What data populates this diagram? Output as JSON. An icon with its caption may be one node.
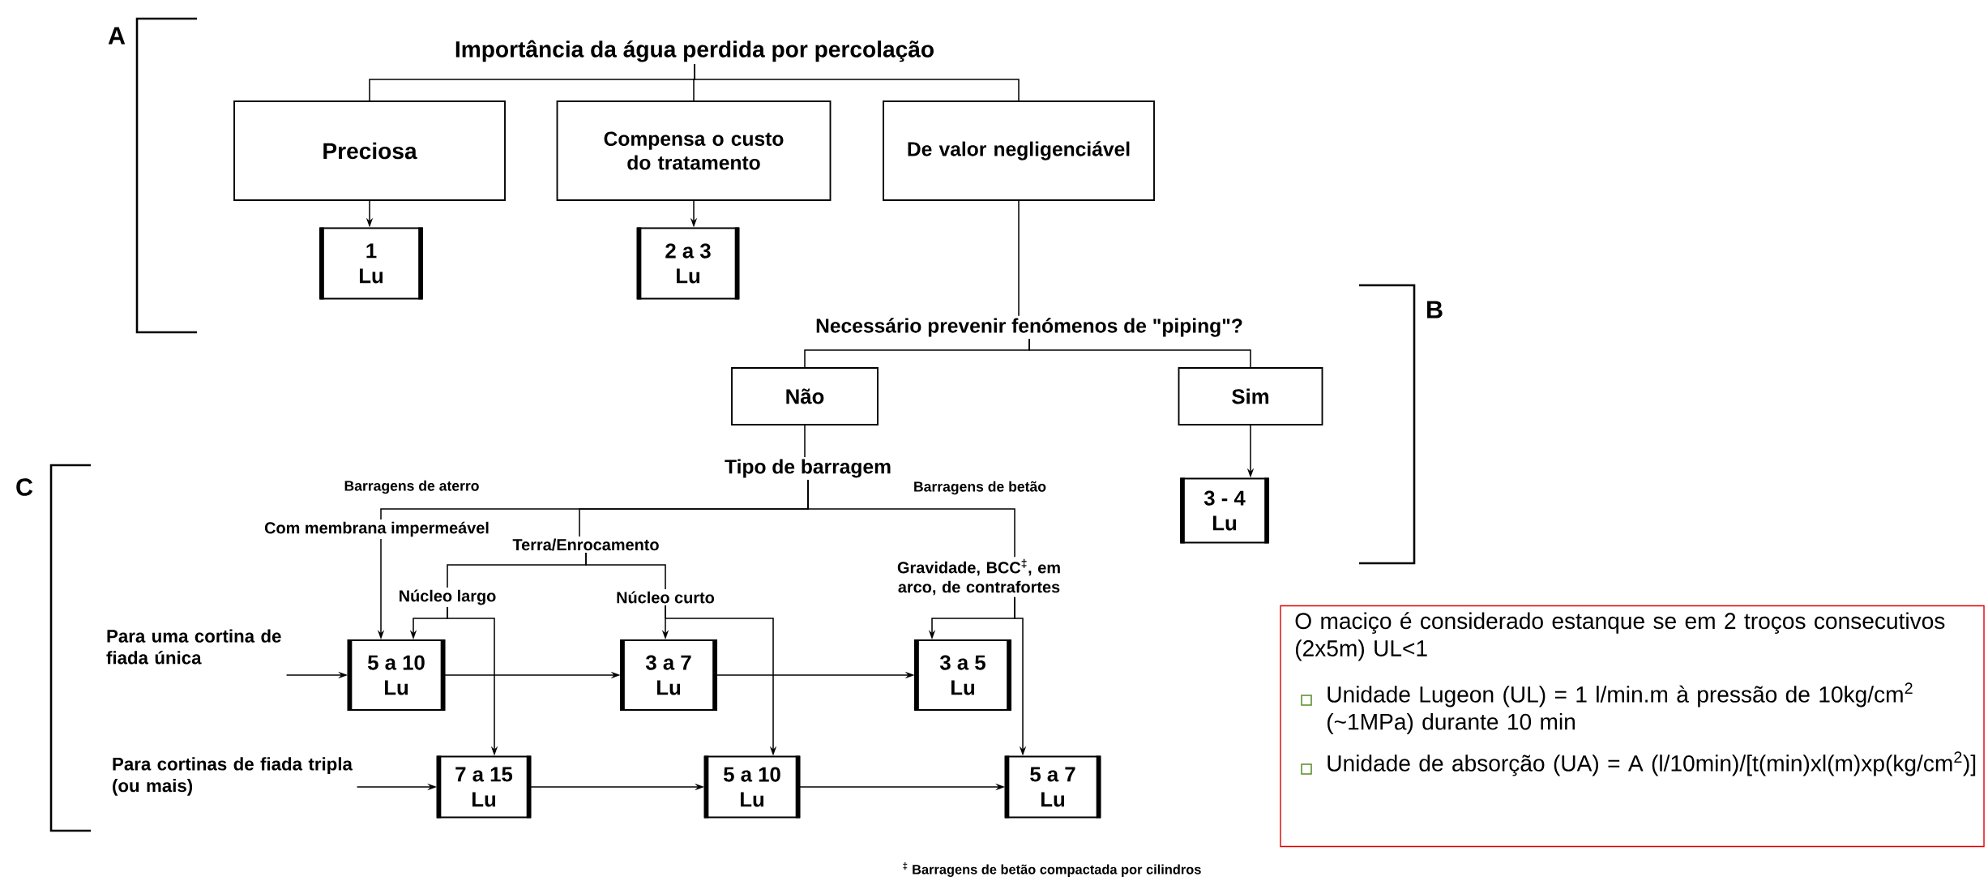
{
  "diagram": {
    "nodes": [
      {
        "text": [
          "Importância da água perdida por percolação"
        ]
      },
      {
        "text": [
          "Preciosa"
        ]
      },
      {
        "text": [
          "Compensa o custo do tratamento"
        ]
      },
      {
        "text": [
          "De valor negligenciável"
        ]
      },
      {
        "text": [
          "1",
          "Lu"
        ]
      },
      {
        "text": [
          "2 a 3",
          "Lu"
        ]
      },
      {
        "text": [
          "Necessário prevenir fenómenos de \"piping\"?"
        ]
      },
      {
        "text": [
          "Não"
        ]
      },
      {
        "text": [
          "Sim"
        ]
      },
      {
        "text": [
          "3 - 4",
          "Lu"
        ]
      },
      {
        "text": [
          "Tipo de barragem"
        ]
      },
      {
        "text": [
          "Com membrana impermeável"
        ]
      },
      {
        "text": [
          "Terra/Enrocamento"
        ]
      },
      {
        "text": [
          "Núcleo largo"
        ]
      },
      {
        "text": [
          "Núcleo curto"
        ]
      },
      {
        "text": [
          "Gravidade, BCC$^{‡}$, em arco, de contrafortes"
        ]
      },
      {
        "text": [
          "Para uma cortina de fiada única"
        ]
      },
      {
        "text": [
          "5 a 10",
          "Lu"
        ]
      },
      {
        "text": [
          "3 a 7",
          "Lu"
        ]
      },
      {
        "text": [
          "3 a 5",
          "Lu"
        ]
      },
      {
        "text": [
          "Para cortinas de fiada tripla (ou mais)"
        ]
      },
      {
        "text": [
          "7 a 15",
          "Lu"
        ]
      },
      {
        "text": [
          "5 a 10",
          "Lu"
        ]
      },
      {
        "text": [
          "5 a 7",
          "Lu"
        ]
      },
      {
        "text": [
          "O maciço é considerado estanque se em 2 troços consecutivos (2x5m) UL<1",
          "Unidade Lugeon (UL) = 1 l/min.m à pressão de 10kg/cm$^{2}$ (~1MPa) durante 10 min",
          "Unidade de absorção (UA) = A (l/10min)/[t(min)xl(m)xp(kg/cm$^{2}$)]"
        ]
      }
    ],
    "edges": [
      {
        "from": 0,
        "to": 1,
        "arrow": "none"
      },
      {
        "from": 0,
        "to": 2,
        "arrow": "none"
      },
      {
        "from": 0,
        "to": 3,
        "arrow": "none"
      },
      {
        "from": 1,
        "to": 4,
        "arrow": "to"
      },
      {
        "from": 2,
        "to": 5,
        "arrow": "to"
      },
      {
        "from": 3,
        "to": 6,
        "arrow": "none"
      },
      {
        "from": 6,
        "to": 7,
        "arrow": "none"
      },
      {
        "from": 6,
        "to": 8,
        "arrow": "none"
      },
      {
        "from": 8,
        "to": 9,
        "arrow": "to"
      },
      {
        "from": 7,
        "to": 10,
        "arrow": "none"
      },
      {
        "from": 10,
        "to": 11,
        "arrow": "none"
      },
      {
        "from": 10,
        "to": 12,
        "arrow": "none"
      },
      {
        "from": 10,
        "to": 15,
        "arrow": "none"
      },
      {
        "from": 11,
        "to": 17,
        "arrow": "to"
      },
      {
        "from": 12,
        "to": 13,
        "arrow": "none"
      },
      {
        "from": 12,
        "to": 14,
        "arrow": "none"
      },
      {
        "from": 13,
        "to": 17,
        "arrow": "to"
      },
      {
        "from": 13,
        "to": 21,
        "arrow": "to"
      },
      {
        "from": 14,
        "to": 18,
        "arrow": "to"
      },
      {
        "from": 14,
        "to": 22,
        "arrow": "to"
      },
      {
        "from": 15,
        "to": 19,
        "arrow": "to"
      },
      {
        "from": 15,
        "to": 23,
        "arrow": "to"
      },
      {
        "from": 16,
        "to": 17,
        "arrow": "to"
      },
      {
        "from": 17,
        "to": 18,
        "arrow": "to"
      },
      {
        "from": 18,
        "to": 19,
        "arrow": "to"
      },
      {
        "from": 20,
        "to": 21,
        "arrow": "to"
      },
      {
        "from": 21,
        "to": 22,
        "arrow": "to"
      },
      {
        "from": 22,
        "to": 23,
        "arrow": "to"
      }
    ],
    "labels": [
      "A",
      "B",
      "C",
      "Barragens de aterro",
      "Barragens de betão",
      "$^{‡}$ Barragens de betão compactada por cilindros"
    ]
  }
}
